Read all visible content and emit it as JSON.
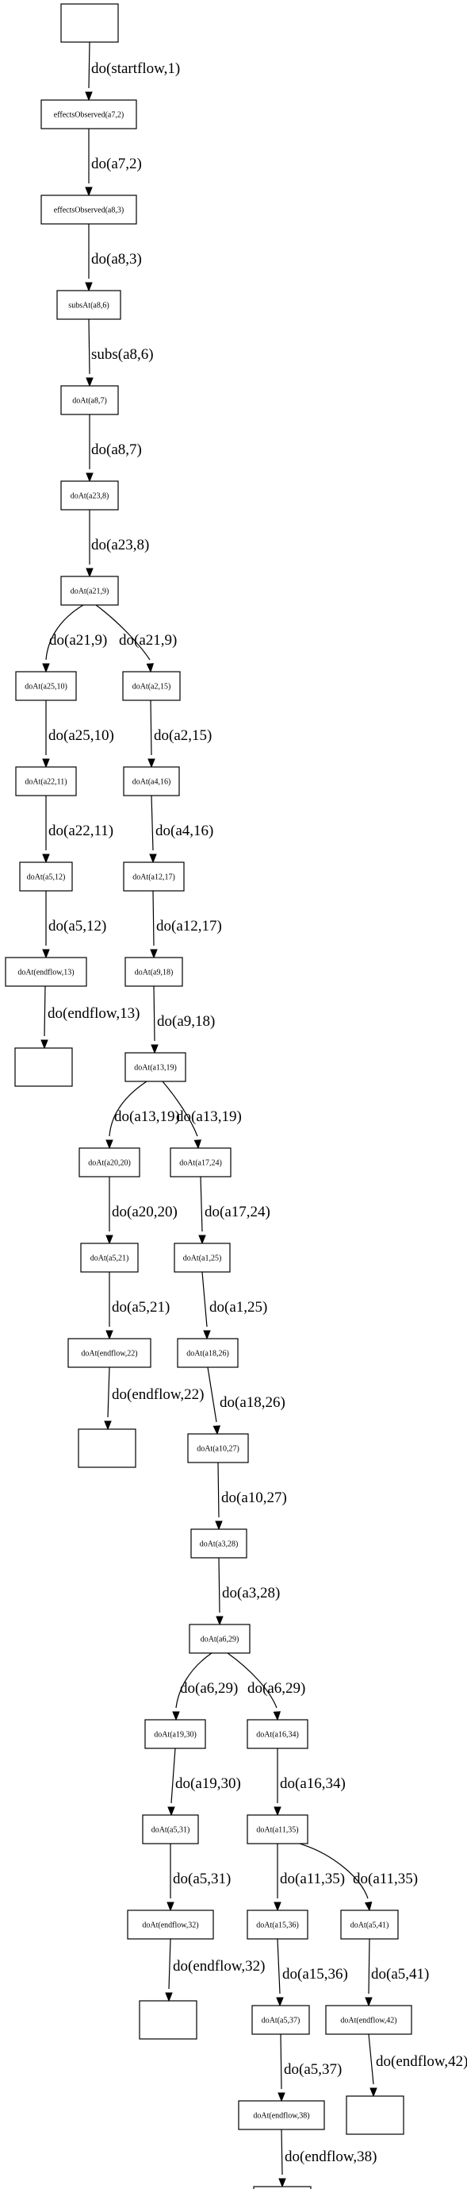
{
  "diagram": {
    "type": "flowchart",
    "nodes": [
      {
        "id": "n0",
        "label": ""
      },
      {
        "id": "n1",
        "label": "effectsObserved(a7,2)"
      },
      {
        "id": "n2",
        "label": "effectsObserved(a8,3)"
      },
      {
        "id": "n3",
        "label": "subsAt(a8,6)"
      },
      {
        "id": "n4",
        "label": "doAt(a8,7)"
      },
      {
        "id": "n5",
        "label": "doAt(a23,8)"
      },
      {
        "id": "n6",
        "label": "doAt(a21,9)"
      },
      {
        "id": "n7",
        "label": "doAt(a25,10)"
      },
      {
        "id": "n8",
        "label": "doAt(a2,15)"
      },
      {
        "id": "n9",
        "label": "doAt(a22,11)"
      },
      {
        "id": "n10",
        "label": "doAt(a4,16)"
      },
      {
        "id": "n11",
        "label": "doAt(a5,12)"
      },
      {
        "id": "n12",
        "label": "doAt(a12,17)"
      },
      {
        "id": "n13",
        "label": "doAt(endflow,13)"
      },
      {
        "id": "n14",
        "label": "doAt(a9,18)"
      },
      {
        "id": "n15",
        "label": ""
      },
      {
        "id": "n16",
        "label": "doAt(a13,19)"
      },
      {
        "id": "n17",
        "label": "doAt(a20,20)"
      },
      {
        "id": "n18",
        "label": "doAt(a17,24)"
      },
      {
        "id": "n19",
        "label": "doAt(a5,21)"
      },
      {
        "id": "n20",
        "label": "doAt(a1,25)"
      },
      {
        "id": "n21",
        "label": "doAt(endflow,22)"
      },
      {
        "id": "n22",
        "label": "doAt(a18,26)"
      },
      {
        "id": "n23",
        "label": ""
      },
      {
        "id": "n24",
        "label": "doAt(a10,27)"
      },
      {
        "id": "n25",
        "label": "doAt(a3,28)"
      },
      {
        "id": "n26",
        "label": "doAt(a6,29)"
      },
      {
        "id": "n27",
        "label": "doAt(a19,30)"
      },
      {
        "id": "n28",
        "label": "doAt(a16,34)"
      },
      {
        "id": "n29",
        "label": "doAt(a5,31)"
      },
      {
        "id": "n30",
        "label": "doAt(a11,35)"
      },
      {
        "id": "n31",
        "label": "doAt(endflow,32)"
      },
      {
        "id": "n32",
        "label": "doAt(a15,36)"
      },
      {
        "id": "n33",
        "label": "doAt(a5,41)"
      },
      {
        "id": "n34",
        "label": ""
      },
      {
        "id": "n35",
        "label": "doAt(a5,37)"
      },
      {
        "id": "n36",
        "label": "doAt(endflow,42)"
      },
      {
        "id": "n37",
        "label": "doAt(endflow,38)"
      },
      {
        "id": "n38",
        "label": ""
      },
      {
        "id": "n39",
        "label": ""
      }
    ],
    "edges": [
      {
        "from": "n0",
        "to": "n1",
        "label": "do(startflow,1)"
      },
      {
        "from": "n1",
        "to": "n2",
        "label": "do(a7,2)"
      },
      {
        "from": "n2",
        "to": "n3",
        "label": "do(a8,3)"
      },
      {
        "from": "n3",
        "to": "n4",
        "label": "subs(a8,6)"
      },
      {
        "from": "n4",
        "to": "n5",
        "label": "do(a8,7)"
      },
      {
        "from": "n5",
        "to": "n6",
        "label": "do(a23,8)"
      },
      {
        "from": "n6",
        "to": "n7",
        "label": "do(a21,9)"
      },
      {
        "from": "n6",
        "to": "n8",
        "label": "do(a21,9)"
      },
      {
        "from": "n7",
        "to": "n9",
        "label": "do(a25,10)"
      },
      {
        "from": "n8",
        "to": "n10",
        "label": "do(a2,15)"
      },
      {
        "from": "n9",
        "to": "n11",
        "label": "do(a22,11)"
      },
      {
        "from": "n10",
        "to": "n12",
        "label": "do(a4,16)"
      },
      {
        "from": "n11",
        "to": "n13",
        "label": "do(a5,12)"
      },
      {
        "from": "n12",
        "to": "n14",
        "label": "do(a12,17)"
      },
      {
        "from": "n13",
        "to": "n15",
        "label": "do(endflow,13)"
      },
      {
        "from": "n14",
        "to": "n16",
        "label": "do(a9,18)"
      },
      {
        "from": "n16",
        "to": "n17",
        "label": "do(a13,19)"
      },
      {
        "from": "n16",
        "to": "n18",
        "label": "do(a13,19)"
      },
      {
        "from": "n17",
        "to": "n19",
        "label": "do(a20,20)"
      },
      {
        "from": "n18",
        "to": "n20",
        "label": "do(a17,24)"
      },
      {
        "from": "n19",
        "to": "n21",
        "label": "do(a5,21)"
      },
      {
        "from": "n20",
        "to": "n22",
        "label": "do(a1,25)"
      },
      {
        "from": "n21",
        "to": "n23",
        "label": "do(endflow,22)"
      },
      {
        "from": "n22",
        "to": "n24",
        "label": "do(a18,26)"
      },
      {
        "from": "n24",
        "to": "n25",
        "label": "do(a10,27)"
      },
      {
        "from": "n25",
        "to": "n26",
        "label": "do(a3,28)"
      },
      {
        "from": "n26",
        "to": "n27",
        "label": "do(a6,29)"
      },
      {
        "from": "n26",
        "to": "n28",
        "label": "do(a6,29)"
      },
      {
        "from": "n27",
        "to": "n29",
        "label": "do(a19,30)"
      },
      {
        "from": "n28",
        "to": "n30",
        "label": "do(a16,34)"
      },
      {
        "from": "n29",
        "to": "n31",
        "label": "do(a5,31)"
      },
      {
        "from": "n30",
        "to": "n32",
        "label": "do(a11,35)"
      },
      {
        "from": "n30",
        "to": "n33",
        "label": "do(a11,35)"
      },
      {
        "from": "n31",
        "to": "n34",
        "label": "do(endflow,32)"
      },
      {
        "from": "n32",
        "to": "n35",
        "label": "do(a15,36)"
      },
      {
        "from": "n33",
        "to": "n36",
        "label": "do(a5,41)"
      },
      {
        "from": "n35",
        "to": "n37",
        "label": "do(a5,37)"
      },
      {
        "from": "n36",
        "to": "n38",
        "label": "do(endflow,42)"
      },
      {
        "from": "n37",
        "to": "n39",
        "label": "do(endflow,38)"
      }
    ]
  }
}
